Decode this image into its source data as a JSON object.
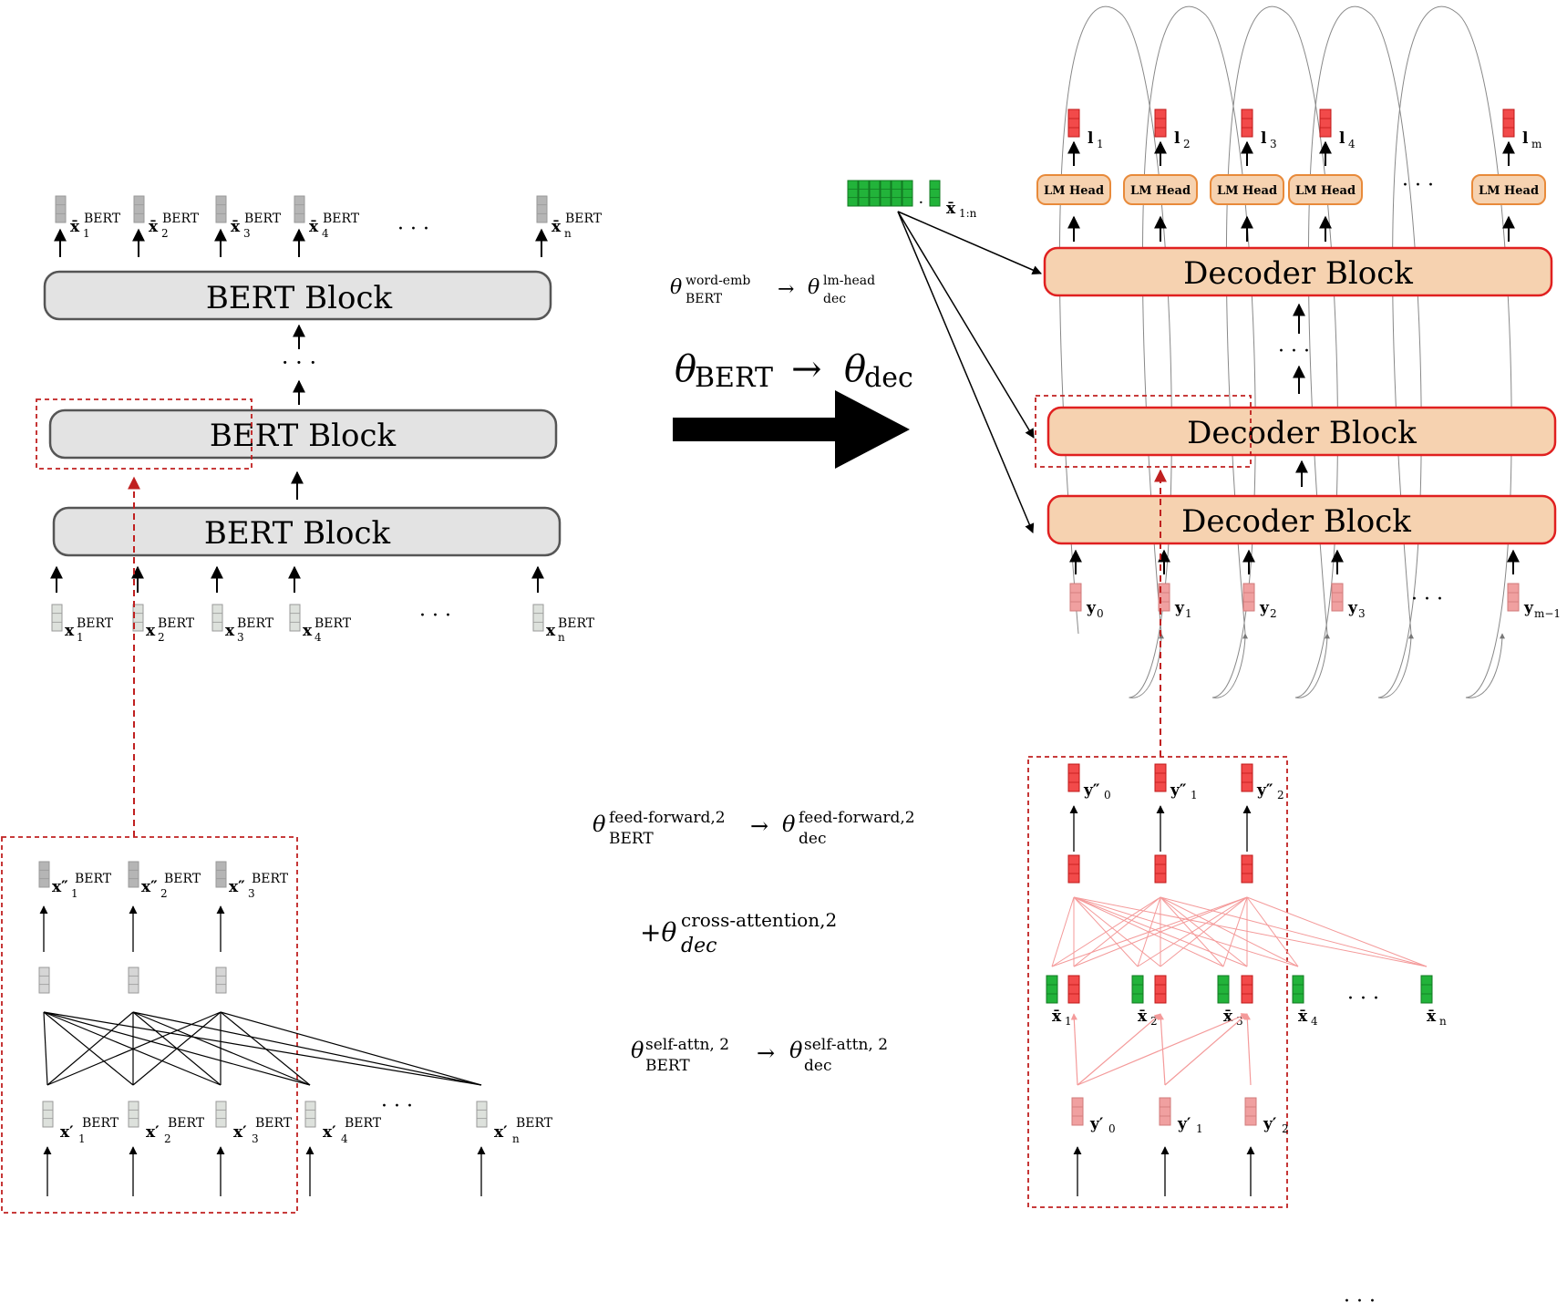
{
  "bert": {
    "blocks": [
      "BERT Block",
      "BERT Block",
      "BERT Block"
    ],
    "outputs": [
      "x̄",
      "x̄",
      "x̄",
      "x̄",
      "x̄"
    ],
    "output_subs": [
      "1",
      "2",
      "3",
      "4",
      "n"
    ],
    "inputs": [
      "x",
      "x",
      "x",
      "x",
      "x"
    ],
    "input_subs": [
      "1",
      "2",
      "3",
      "4",
      "n"
    ],
    "sup": "BERT",
    "dots": "· · ·"
  },
  "dec": {
    "blocks": [
      "Decoder Block",
      "Decoder Block",
      "Decoder Block"
    ],
    "lm_heads": [
      "LM Head",
      "LM Head",
      "LM Head",
      "LM Head",
      "LM Head"
    ],
    "logits": [
      "l",
      "l",
      "l",
      "l",
      "l"
    ],
    "logit_subs": [
      "1",
      "2",
      "3",
      "4",
      "m"
    ],
    "inputs": [
      "y",
      "y",
      "y",
      "y",
      "y"
    ],
    "input_subs": [
      "0",
      "1",
      "2",
      "3",
      "m−1"
    ],
    "enc_label": "x̄",
    "enc_sub": "1:n",
    "dots": "· · ·"
  },
  "mapping": {
    "emb_from": "θ",
    "emb_from_sup": "word-emb",
    "emb_from_sub": "BERT",
    "emb_arrow": "→",
    "emb_to": "θ",
    "emb_to_sup": "lm-head",
    "emb_to_sub": "dec",
    "main_from": "θ",
    "main_from_sub": "BERT",
    "main_arrow": "→",
    "main_to": "θ",
    "main_to_sub": "dec",
    "ff_from": "θ",
    "ff_from_sup": "feed-forward,2",
    "ff_from_sub": "BERT",
    "ff_arrow": "→",
    "ff_to": "θ",
    "ff_to_sup": "feed-forward,2",
    "ff_to_sub": "dec",
    "ca_plus": "+θ",
    "ca_sup": "cross-attention,2",
    "ca_sub": "dec",
    "sa_from": "θ",
    "sa_from_sup": "self-attn, 2",
    "sa_from_sub": "BERT",
    "sa_arrow": "→",
    "sa_to": "θ",
    "sa_to_sup": "self-attn, 2",
    "sa_to_sub": "dec"
  },
  "bert_detail": {
    "outputs": [
      "x″",
      "x″",
      "x″"
    ],
    "output_subs": [
      "1",
      "2",
      "3"
    ],
    "inputs": [
      "x′",
      "x′",
      "x′",
      "x′",
      "x′"
    ],
    "input_subs": [
      "1",
      "2",
      "3",
      "4",
      "n"
    ],
    "sup": "BERT",
    "dots": "· · ·"
  },
  "dec_detail": {
    "outputs": [
      "y″",
      "y″",
      "y″"
    ],
    "output_subs": [
      "0",
      "1",
      "2"
    ],
    "inputs": [
      "y′",
      "y′",
      "y′"
    ],
    "input_subs": [
      "0",
      "1",
      "2"
    ],
    "enc": [
      "x̄",
      "x̄",
      "x̄",
      "x̄",
      "x̄"
    ],
    "enc_subs": [
      "1",
      "2",
      "3",
      "4",
      "n"
    ],
    "dots": "· · ·"
  },
  "bottom_dots": "· · ·",
  "colors": {
    "bert_block_fill": "#e3e3e3",
    "decoder_fill": "#f6d2b0",
    "decoder_stroke": "#e02020",
    "lm_head_stroke": "#e88a3a",
    "logit_red": "#f24a4a",
    "encoder_green": "#22b33a",
    "dashed_red": "#c02020",
    "y_pink": "#f0a0a0",
    "gray_vec": "#b5b5b5",
    "light_vec": "#dde1dc"
  }
}
